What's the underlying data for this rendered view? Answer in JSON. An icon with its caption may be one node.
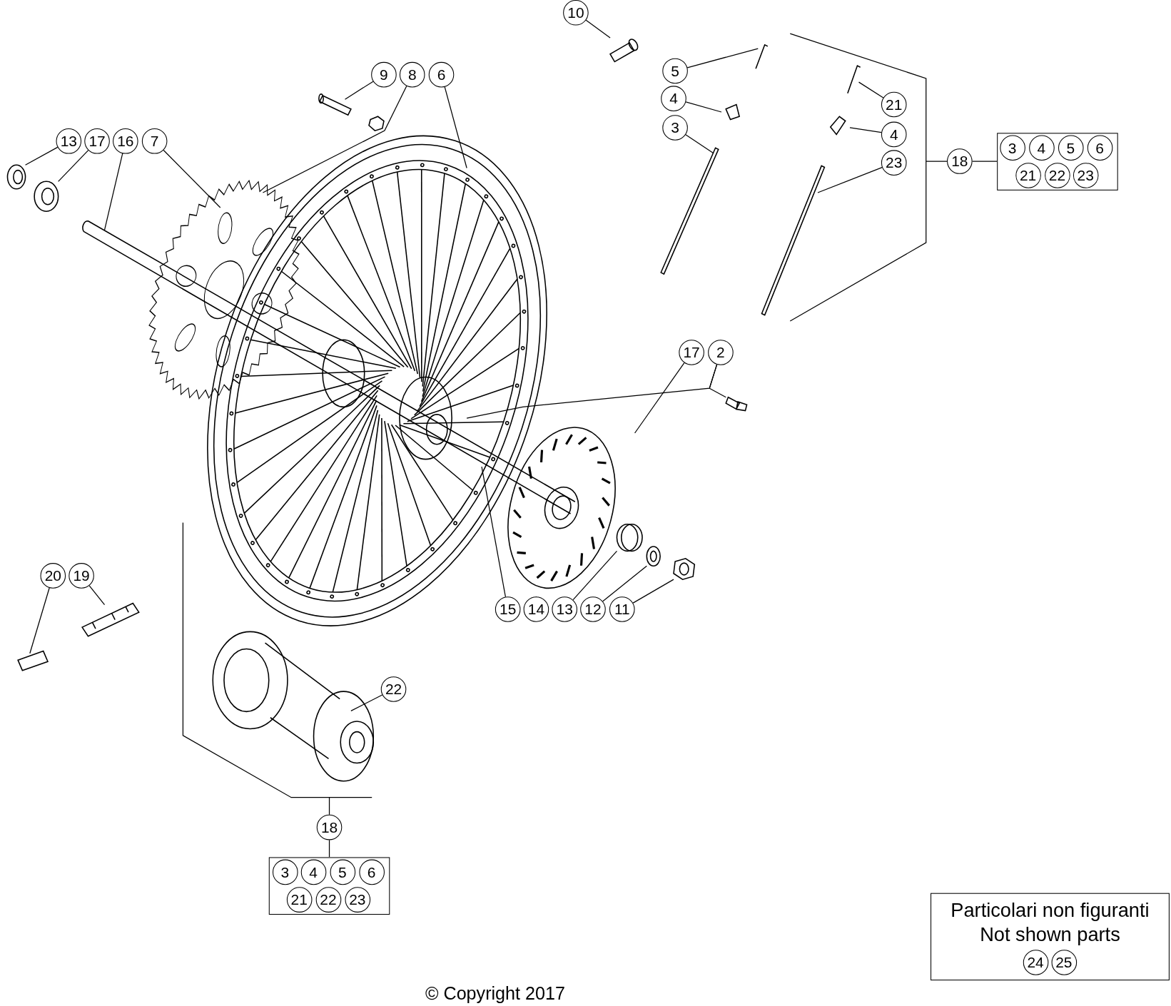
{
  "diagram": {
    "nodes": [
      {
        "text": [
          "10"
        ]
      },
      {
        "text": [
          "9"
        ]
      },
      {
        "text": [
          "8"
        ]
      },
      {
        "text": [
          "6"
        ]
      },
      {
        "text": [
          "5"
        ]
      },
      {
        "text": [
          "4"
        ]
      },
      {
        "text": [
          "21"
        ]
      },
      {
        "text": [
          "3"
        ]
      },
      {
        "text": [
          "13"
        ]
      },
      {
        "text": [
          "17"
        ]
      },
      {
        "text": [
          "16"
        ]
      },
      {
        "text": [
          "7"
        ]
      },
      {
        "text": [
          "4"
        ]
      },
      {
        "text": [
          "23"
        ]
      },
      {
        "text": [
          "18"
        ]
      },
      {
        "text": [],
        "shape": "box"
      },
      {
        "text": [
          "3"
        ],
        "in": 15
      },
      {
        "text": [
          "4"
        ],
        "in": 15
      },
      {
        "text": [
          "5"
        ],
        "in": 15
      },
      {
        "text": [
          "6"
        ],
        "in": 15
      },
      {
        "text": [
          "21"
        ],
        "in": 15
      },
      {
        "text": [
          "22"
        ],
        "in": 15
      },
      {
        "text": [
          "23"
        ],
        "in": 15
      },
      {
        "text": [
          "17"
        ]
      },
      {
        "text": [
          "2"
        ]
      },
      {
        "text": [
          "20"
        ]
      },
      {
        "text": [
          "19"
        ]
      },
      {
        "text": [
          "15"
        ]
      },
      {
        "text": [
          "14"
        ]
      },
      {
        "text": [
          "13"
        ]
      },
      {
        "text": [
          "12"
        ]
      },
      {
        "text": [
          "11"
        ]
      },
      {
        "text": [
          "22"
        ]
      },
      {
        "text": [
          "18"
        ]
      },
      {
        "text": [],
        "shape": "box"
      },
      {
        "text": [
          "3"
        ],
        "in": 34
      },
      {
        "text": [
          "4"
        ],
        "in": 34
      },
      {
        "text": [
          "5"
        ],
        "in": 34
      },
      {
        "text": [
          "6"
        ],
        "in": 34
      },
      {
        "text": [
          "21"
        ],
        "in": 34
      },
      {
        "text": [
          "22"
        ],
        "in": 34
      },
      {
        "text": [
          "23"
        ],
        "in": 34
      },
      {
        "text": [
          "Particolari non figuranti",
          "Not shown parts"
        ]
      },
      {
        "text": [
          "24"
        ],
        "in": 42
      },
      {
        "text": [
          "25"
        ],
        "in": 42
      },
      {
        "text": [],
        "shape": "cylinder"
      },
      {
        "text": [],
        "shape": "picture"
      },
      {
        "text": [],
        "shape": "picture"
      },
      {
        "text": [],
        "shape": "picture"
      },
      {
        "text": [],
        "shape": "picture"
      },
      {
        "text": [],
        "shape": "cylinder"
      },
      {
        "text": [],
        "shape": "picture"
      },
      {
        "text": [],
        "shape": "picture"
      },
      {
        "text": [],
        "shape": "picture"
      },
      {
        "text": [],
        "shape": "picture"
      },
      {
        "text": [],
        "shape": "picture"
      },
      {
        "text": [],
        "shape": "picture"
      }
    ],
    "edges": [
      {
        "from": 0,
        "to": 45,
        "arrow": "none"
      },
      {
        "from": 1,
        "to": null,
        "arrow": "none"
      },
      {
        "from": 2,
        "to": 53,
        "arrow": "none"
      },
      {
        "from": 3,
        "to": 55,
        "arrow": "none"
      },
      {
        "from": 4,
        "to": null,
        "arrow": "none"
      },
      {
        "from": 5,
        "to": null,
        "arrow": "none"
      },
      {
        "from": 6,
        "to": null,
        "arrow": "none"
      },
      {
        "from": 7,
        "to": null,
        "arrow": "none"
      },
      {
        "from": 8,
        "to": 46,
        "arrow": "none"
      },
      {
        "from": 9,
        "to": 47,
        "arrow": "none"
      },
      {
        "from": 10,
        "to": 54,
        "arrow": "none"
      },
      {
        "from": 11,
        "to": 53,
        "arrow": "none"
      },
      {
        "from": 12,
        "to": null,
        "arrow": "none"
      },
      {
        "from": 13,
        "to": null,
        "arrow": "none"
      },
      {
        "from": 14,
        "to": null,
        "arrow": "none"
      },
      {
        "from": 14,
        "to": 15,
        "arrow": "none"
      },
      {
        "from": 23,
        "to": null,
        "arrow": "none"
      },
      {
        "from": 24,
        "to": 48,
        "arrow": "none"
      },
      {
        "from": 25,
        "to": null,
        "arrow": "none"
      },
      {
        "from": 26,
        "to": null,
        "arrow": "none"
      },
      {
        "from": 27,
        "to": 55,
        "arrow": "none"
      },
      {
        "from": 28,
        "to": 49,
        "arrow": "none"
      },
      {
        "from": 29,
        "to": 50,
        "arrow": "none"
      },
      {
        "from": 30,
        "to": 51,
        "arrow": "none"
      },
      {
        "from": 31,
        "to": 52,
        "arrow": "none"
      },
      {
        "from": 32,
        "to": 56,
        "arrow": "none"
      },
      {
        "from": 33,
        "to": 56,
        "arrow": "none"
      },
      {
        "from": 33,
        "to": 34,
        "arrow": "none"
      },
      {
        "from": 24,
        "to": 55,
        "arrow": "none"
      }
    ],
    "labels": [
      "© Copyright 2017"
    ]
  }
}
